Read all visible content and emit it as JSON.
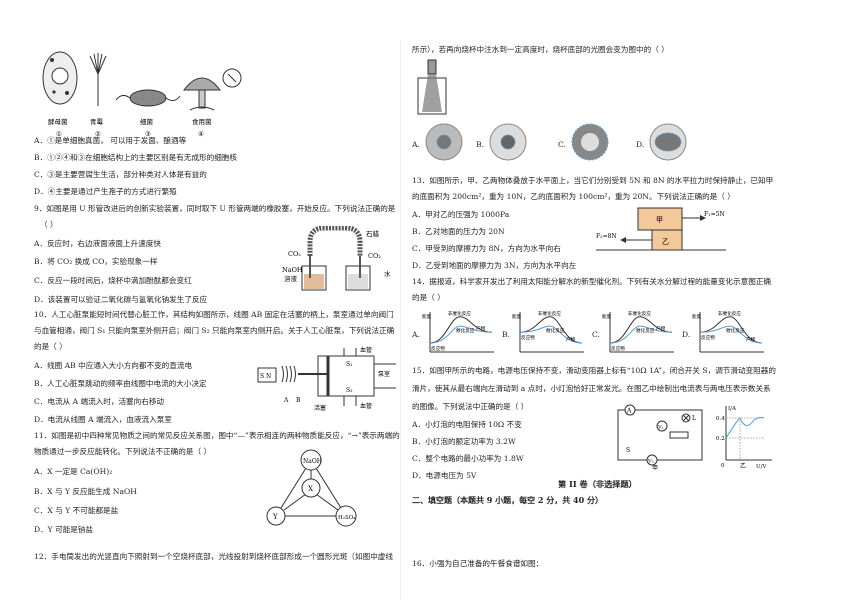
{
  "left": {
    "fig_top_labels": [
      "酵母菌",
      "青霉",
      "细菌",
      "食用菌"
    ],
    "fig_top_nums": [
      "①",
      "②",
      "③",
      "④"
    ],
    "q8_options": [
      "A．①是单细胞真菌，  可以用于发面、酿酒等",
      "B．①②④和③在细胞结构上的主要区别是有无成形的细胞核",
      "C．③是主要营腐生生活，部分种类对人体是有益的",
      "D．④主要是通过产生孢子的方式进行繁殖"
    ],
    "q9_text": [
      "9．如图是用 U 形管改进后的创新实验装置，同时取下 U 形管两端的橡胶塞，开始反应。下列说法正确的是",
      "（      ）"
    ],
    "q9_fig_labels": {
      "stone": "石蜡",
      "co2a": "CO₂",
      "co2b": "CO₂",
      "naoh": "NaOH",
      "sol": "溶液",
      "water": "水"
    },
    "q9_options": [
      "A．反应时，右边液面液面上升速度快",
      "B．将 CO₂ 换成 CO，实验现象一样",
      "C．反应一段时间后，烧杯中滴加酚酞都会变红",
      "D．该装置可以验证二氧化碳与氢氧化钠发生了反应"
    ],
    "q10_text": [
      "10．人工心脏泵能短时间代替心脏工作，其结构如图所示，线圈 AB 固定在活塞的柄上，泵室通过单向阀门",
      "与血管相通，阀门 S₁ 只能向泵室外侧开启；阀门 S₂ 只能向泵室内侧开启。关于人工心脏泵，下列说法正确",
      "的是（      ）"
    ],
    "q10_fig_labels": {
      "s1": "S₁",
      "s2": "S₂",
      "pump": "泵室",
      "sn": "S N",
      "a": "A",
      "b": "B",
      "piston": "活塞",
      "vessel1": "血管",
      "vessel2": "血管"
    },
    "q10_options": [
      "A．线圈 AB 中应通入大小方向都不变的直流电",
      "B．人工心脏泵跳动的频率由线圈中电流的大小决定",
      "C．电流从 A 端流入时，活塞向右移动",
      "D．电流从线圈 A 端流入，血液流入泵室"
    ],
    "q11_text": [
      "11．如图是初中四种常见物质之间的常见反应关系图，图中“—”表示相连的两种物质能反应，“→”表示两端的",
      "物质通过一步反应能转化。下列说法不正确的是（      ）"
    ],
    "q11_nodes": {
      "naoh": "NaOH",
      "x": "X",
      "y": "Y",
      "h2so4": "H₂SO₄"
    },
    "q11_options": [
      "A．X 一定是 Ca(OH)₂",
      "B．X 与 Y 反应能生成 NaOH",
      "C．X 与 Y 不可能都是盐",
      "D．Y 可能是钠盐"
    ],
    "q12_text": "12．手电筒发出的光竖直向下照射到一个空烧杯底部，光线投射到烧杯底部形成一个圆形光斑（如图中虚线"
  },
  "right": {
    "q12_cont": "所示），若再向烧杯中注水到一定高度时，烧杯底部的光圈会变为图中的（      ）",
    "q12_option_letters": [
      "A.",
      "B.",
      "C.",
      "D."
    ],
    "q13_text": [
      "13．如图所示，甲、乙两物体叠放于水平面上，当它们分别受到 5N 和 8N 的水平拉力时保持静止，已知甲",
      "的底面积为 200cm²，重为 10N，乙的底面积为 100cm²，重为 20N。下列说法正确的是（      ）"
    ],
    "q13_fig_labels": {
      "jia": "甲",
      "yi": "乙",
      "f1": "F₁=5N",
      "f2": "F₂=8N"
    },
    "q13_options": [
      "A．甲对乙的压强为 1000Pa",
      "B．乙对地面的压力为 20N",
      "C．甲受到的摩擦力为 8N，方向为水平向右",
      "D．乙受到地面的摩擦力为 3N，方向为水平向左"
    ],
    "q14_text": [
      "14．据报道，科学家开发出了利用太阳能分解水的新型催化剂。下列有关水分解过程的能量变化示意图正确",
      "的是（      ）"
    ],
    "q14_fig": {
      "no_cat": "非催化反应",
      "cat": "催化反应",
      "reactant": "反应物",
      "product": "产物",
      "energy": "能量"
    },
    "q14_option_letters": [
      "A.",
      "B.",
      "C.",
      "D."
    ],
    "q15_text": [
      "15．如图甲所示的电路，电源电压保持不变，滑动变阻器上标有“10Ω  1A”，闭合开关 S，调节滑动变阻器的",
      "滑片，使其从最右端向左滑动到 a 点时，小灯泡恰好正常发光。在图乙中绘制出电流表与两电压表示数关系",
      "的图像。下列说法中正确的是（      ）"
    ],
    "q15_options": [
      "A．小灯泡的电阻保持 10Ω 不变",
      "B．小灯泡的额定功率为 3.2W",
      "C．整个电路的最小功率为 1.8W",
      "D．电源电压为 5V"
    ],
    "q15_fig": {
      "jia": "甲",
      "yi": "乙",
      "ia": "I/A",
      "uv": "U/V",
      "v04": "0.4",
      "v02": "0.2",
      "o": "0",
      "a": "A",
      "v1": "V₁",
      "v2": "V₂",
      "s": "S",
      "l": "L"
    },
    "section_title": "第 II 卷（非选择题）",
    "section_sub": "二、填空题（本题共 9 小题，每空 2 分，共 40 分）",
    "q16_text": "16．小强为自己准备的午餐食谱如图："
  },
  "colors": {
    "ink": "#222222",
    "blue": "#5b9bd5",
    "gray": "#777777",
    "orange": "#c87a3a",
    "brown": "#8b5a2b"
  }
}
